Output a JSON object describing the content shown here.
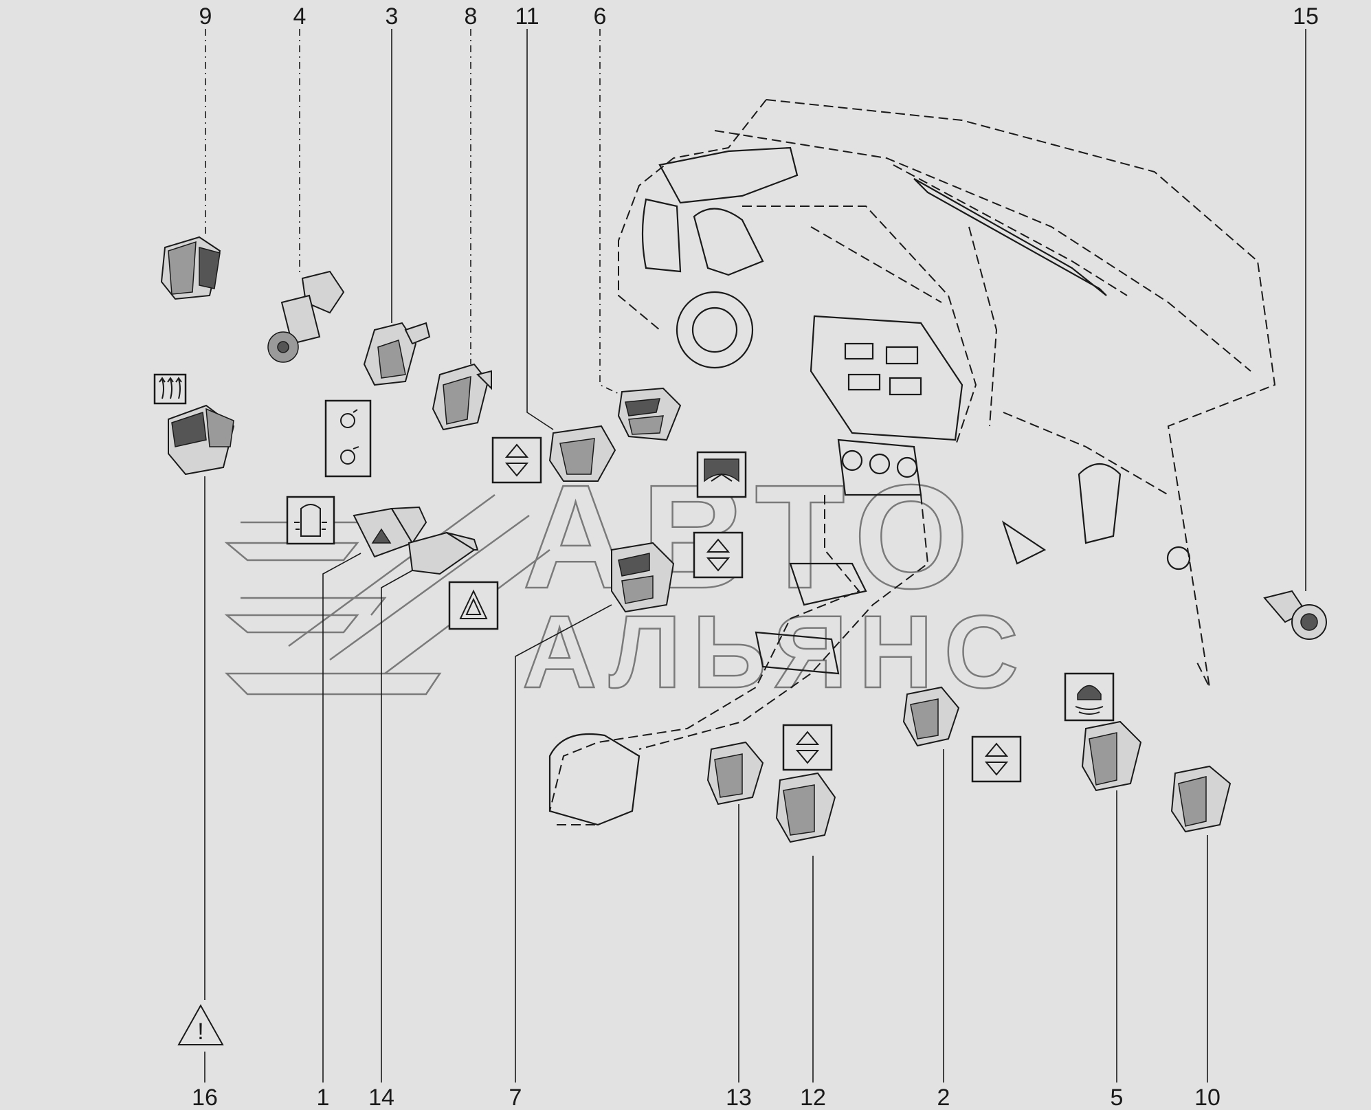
{
  "callouts": {
    "c9": "9",
    "c4": "4",
    "c3": "3",
    "c8": "8",
    "c11": "11",
    "c6": "6",
    "c15": "15",
    "c16": "16",
    "c1": "1",
    "c14": "14",
    "c7": "7",
    "c13": "13",
    "c12": "12",
    "c2": "2",
    "c5": "5",
    "c10": "10"
  },
  "watermark": {
    "line1": "АВТО",
    "line2": "АЛЬЯНС"
  },
  "symbols": {
    "warning_label": "!"
  }
}
